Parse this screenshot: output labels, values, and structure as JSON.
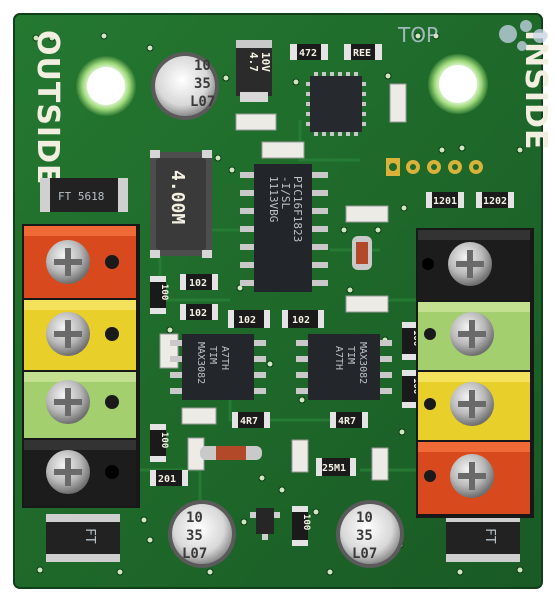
{
  "board": {
    "label_left": "OUTSIDE",
    "label_right": "INSIDE",
    "watermark": "TOP",
    "colors": {
      "pcb": "#1f6a2a",
      "pcb_dark": "#175222",
      "terminal_red": "#d84a1e",
      "terminal_yellow": "#e8cf2a",
      "terminal_green": "#a4cf6e",
      "terminal_black": "#1c1c1c"
    }
  },
  "components": {
    "crystal": "4.00M",
    "cap_top": [
      "10",
      "35",
      "L07"
    ],
    "cap_bottom_left": [
      "10",
      "35",
      "L07"
    ],
    "cap_bottom_right": [
      "10",
      "35",
      "L07"
    ],
    "cap_small": [
      "4.7",
      "10V"
    ],
    "mcu_lines": [
      "PIC16F1823",
      "-I/SL",
      "1113VBG"
    ],
    "driver_left_lines": [
      "MAX3082",
      "TIM",
      "A7TH"
    ],
    "driver_right_lines": [
      "MAX3082",
      "TIM",
      "A7TH"
    ],
    "tvs_left_top": "FT 5618",
    "tvs_left_bottom": "FT",
    "tvs_right_bottom": "FT",
    "chip_res": {
      "r_top1": "472",
      "r_top2": "REE",
      "r_mid1": "102",
      "r_mid2": "102",
      "r_mid3": "102",
      "r_mid4": "102",
      "r_right1": "1201",
      "r_right2": "1202",
      "r_left_v1": "100",
      "r_left_v2": "100",
      "r_bot1": "201",
      "r_bot2": "4R7",
      "r_bot3": "4R7",
      "r_right_v": "100",
      "r_right_v2": "100",
      "r_bot4": "25M1",
      "r_bot5": "100"
    }
  }
}
